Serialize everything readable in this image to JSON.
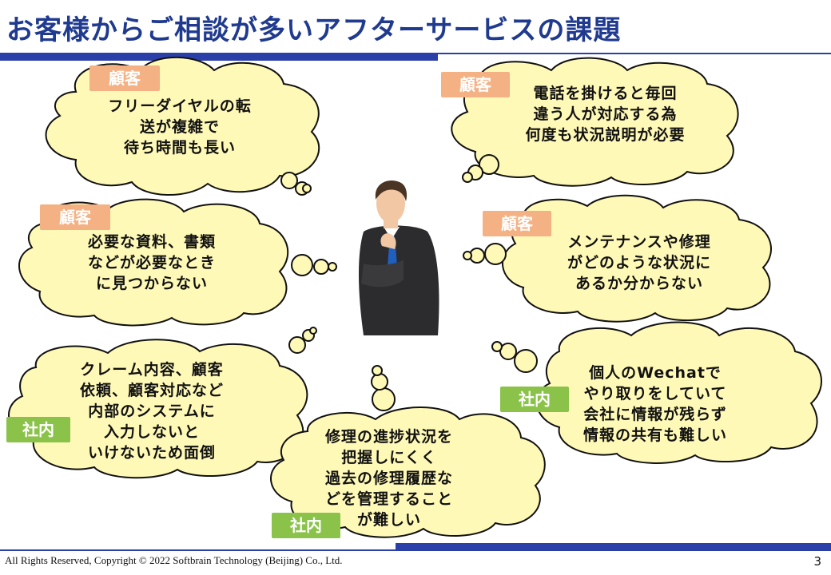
{
  "slide": {
    "title": "お客様からご相談が多いアフターサービスの課題",
    "tags": {
      "customer": "顧客",
      "internal": "社内"
    },
    "bubbles": [
      {
        "tag": "customer",
        "lines": [
          "フリーダイヤルの転",
          "送が複雑で",
          "待ち時間も長い"
        ]
      },
      {
        "tag": "customer",
        "lines": [
          "電話を掛けると毎回",
          "違う人が対応する為",
          "何度も状況説明が必要"
        ]
      },
      {
        "tag": "customer",
        "lines": [
          "必要な資料、書類",
          "などが必要なとき",
          "に見つからない"
        ]
      },
      {
        "tag": "customer",
        "lines": [
          "メンテナンスや修理",
          "がどのような状況に",
          "あるか分からない"
        ]
      },
      {
        "tag": "internal",
        "lines": [
          "クレーム内容、顧客",
          "依頼、顧客対応など",
          "内部のシステムに",
          "入力しないと",
          "いけないため面倒"
        ]
      },
      {
        "tag": "internal",
        "lines": [
          "修理の進捗状況を",
          "把握しにくく",
          "過去の修理履歴な",
          "どを管理すること",
          "が難しい"
        ]
      },
      {
        "tag": "internal",
        "lines": [
          "個人のWechatで",
          "やり取りをしていて",
          "会社に情報が残らず",
          "情報の共有も難しい"
        ]
      }
    ],
    "colors": {
      "title": "#1f3a8f",
      "rule": "#2b3fa8",
      "cloud_fill": "#fff9b8",
      "cloud_stroke": "#111111",
      "tag_customer": "#f4b183",
      "tag_internal": "#8bc34a"
    }
  },
  "footer": {
    "copyright": "All Rights Reserved, Copyright © 2022   Softbrain Technology (Beijing) Co., Ltd.",
    "page_number": "3"
  }
}
